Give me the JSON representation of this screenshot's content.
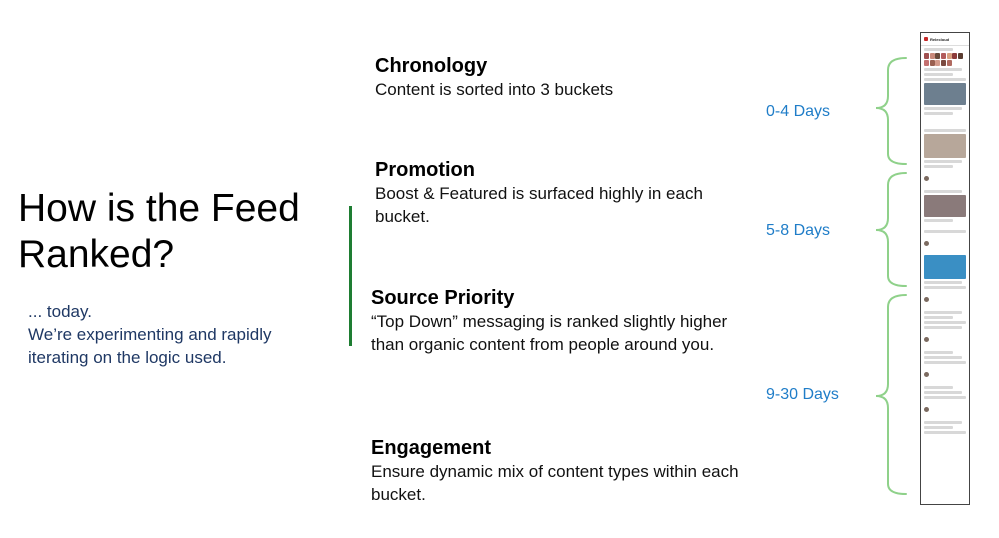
{
  "title": "How is the Feed Ranked?",
  "subtitle": {
    "line1": "... today.",
    "line2": "We’re experimenting and rapidly iterating on the logic used."
  },
  "sections": [
    {
      "heading": "Chronology",
      "body": "Content is sorted into 3 buckets"
    },
    {
      "heading": "Promotion",
      "body": "Boost & Featured is surfaced highly in each bucket."
    },
    {
      "heading": "Source Priority",
      "body": "“Top Down” messaging is ranked slightly higher than organic content from people around you."
    },
    {
      "heading": "Engagement",
      "body": "Ensure dynamic mix of content types within each bucket."
    }
  ],
  "buckets": [
    {
      "label": "0-4 Days"
    },
    {
      "label": "5-8 Days"
    },
    {
      "label": "9-30 Days"
    }
  ],
  "phone": {
    "app_name": "Relecloud"
  },
  "colors": {
    "accent_green": "#1e7d32",
    "bracket_green": "#8fd18a",
    "label_blue": "#1f7dc8",
    "subtitle_navy": "#1f3864"
  }
}
